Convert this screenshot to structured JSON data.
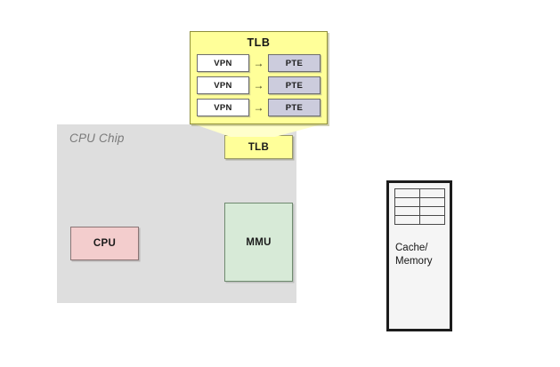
{
  "diagram": {
    "title": "TLB / MMU / Cache-Memory block diagram",
    "cpu_chip": {
      "label": "CPU Chip",
      "components": {
        "tlb": {
          "label": "TLB"
        },
        "cpu": {
          "label": "CPU"
        },
        "mmu": {
          "label": "MMU"
        }
      }
    },
    "tlb_callout": {
      "title": "TLB",
      "arrow_glyph": "→",
      "entries": [
        {
          "vpn": "VPN",
          "arrow": "→",
          "pte": "PTE"
        },
        {
          "vpn": "VPN",
          "arrow": "→",
          "pte": "PTE"
        },
        {
          "vpn": "VPN",
          "arrow": "→",
          "pte": "PTE"
        }
      ]
    },
    "cache_memory": {
      "label_line1": "Cache/",
      "label_line2": "Memory",
      "table": {
        "rows": 4,
        "cols": 2
      }
    },
    "colors": {
      "chip_fill": "#dedede",
      "chip_label": "#7a7a7a",
      "tlb_fill": "#ffff99",
      "tlb_border": "#8f8f3a",
      "tlb_small_border": "#999966",
      "callout_tail_fill": "#ffffcc",
      "cpu_fill": "#f3cdcd",
      "cpu_border": "#8a7575",
      "mmu_fill": "#d7ead7",
      "mmu_border": "#6f8a6f",
      "vpn_fill": "#ffffff",
      "pte_fill": "#ccccdd",
      "cell_border": "#6e6e6e",
      "cache_fill": "#f5f5f5",
      "cache_border": "#1c1c1c",
      "page_background": "#ffffff"
    }
  }
}
